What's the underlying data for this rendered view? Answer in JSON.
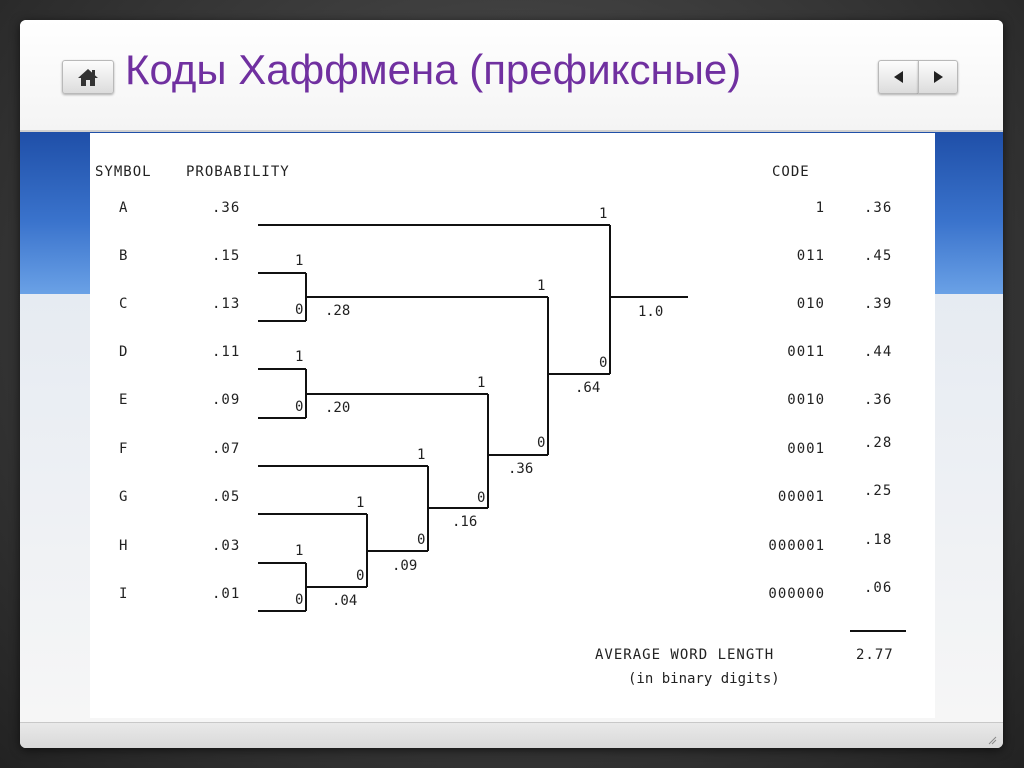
{
  "slide": {
    "title": "Коды Хаффмена (префиксные)",
    "nav": {
      "home_icon": "home-icon",
      "prev_icon": "arrow-left-icon",
      "next_icon": "arrow-right-icon"
    },
    "accent_colors": {
      "title": "#7030a0",
      "band": "#2a5fb8"
    }
  },
  "diagram": {
    "headers": {
      "symbol": "SYMBOL",
      "probability": "PROBABILITY",
      "code": "CODE"
    },
    "rows": [
      {
        "symbol": "A",
        "prob": ".36",
        "code": "1",
        "contrib": ".36"
      },
      {
        "symbol": "B",
        "prob": ".15",
        "code": "011",
        "contrib": ".45"
      },
      {
        "symbol": "C",
        "prob": ".13",
        "code": "010",
        "contrib": ".39"
      },
      {
        "symbol": "D",
        "prob": ".11",
        "code": "0011",
        "contrib": ".44"
      },
      {
        "symbol": "E",
        "prob": ".09",
        "code": "0010",
        "contrib": ".36"
      },
      {
        "symbol": "F",
        "prob": ".07",
        "code": "0001",
        "contrib": ".28"
      },
      {
        "symbol": "G",
        "prob": ".05",
        "code": "00001",
        "contrib": ".25"
      },
      {
        "symbol": "H",
        "prob": ".03",
        "code": "000001",
        "contrib": ".18"
      },
      {
        "symbol": "I",
        "prob": ".01",
        "code": "000000",
        "contrib": ".06"
      }
    ],
    "merge_nodes": [
      {
        "id": "n1",
        "sum": ".28"
      },
      {
        "id": "n2",
        "sum": ".20"
      },
      {
        "id": "n3",
        "sum": ".04"
      },
      {
        "id": "n4",
        "sum": ".09"
      },
      {
        "id": "n5",
        "sum": ".16"
      },
      {
        "id": "n6",
        "sum": ".36"
      },
      {
        "id": "n7",
        "sum": ".64"
      },
      {
        "id": "n8",
        "sum": "1.0"
      }
    ],
    "branch_labels": {
      "one": "1",
      "zero": "0"
    },
    "average_label": "AVERAGE WORD LENGTH",
    "average_value": "2.77",
    "average_note": "(in binary digits)"
  }
}
